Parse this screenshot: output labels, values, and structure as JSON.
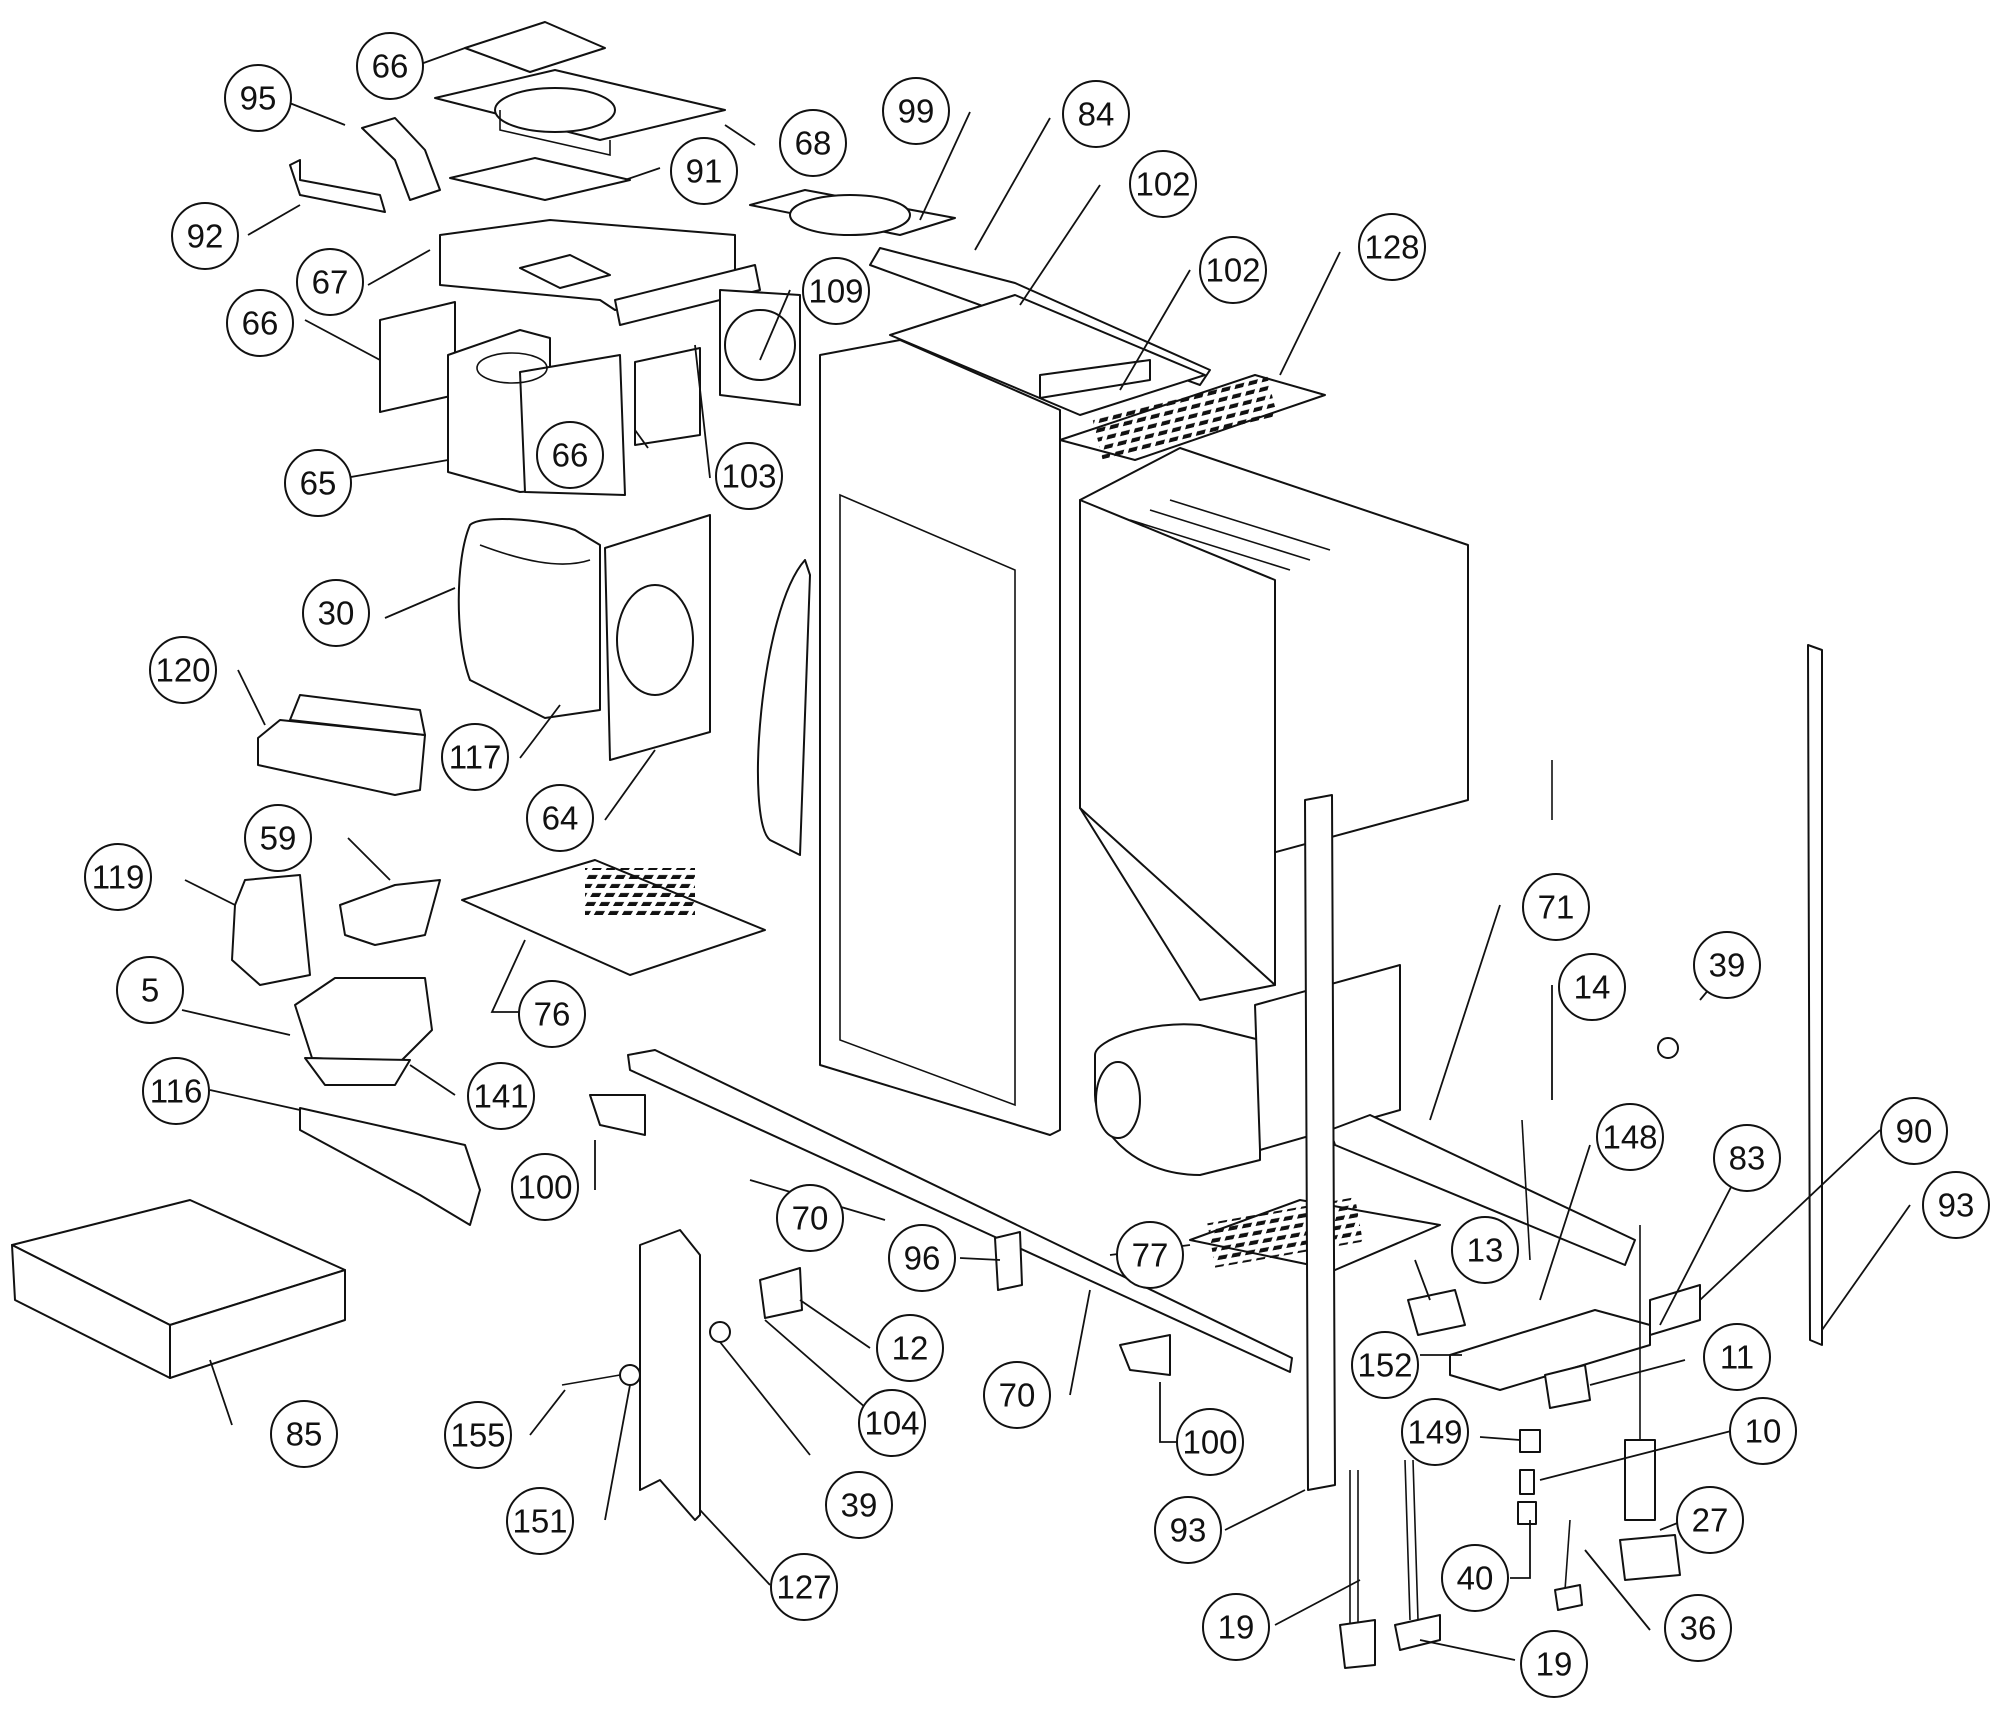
{
  "diagram": {
    "callouts": [
      {
        "id": "c66a",
        "label": "66"
      },
      {
        "id": "c95",
        "label": "95"
      },
      {
        "id": "c68",
        "label": "68"
      },
      {
        "id": "c99",
        "label": "99"
      },
      {
        "id": "c84",
        "label": "84"
      },
      {
        "id": "c91",
        "label": "91"
      },
      {
        "id": "c102a",
        "label": "102"
      },
      {
        "id": "c92",
        "label": "92"
      },
      {
        "id": "c128",
        "label": "128"
      },
      {
        "id": "c67",
        "label": "67"
      },
      {
        "id": "c102b",
        "label": "102"
      },
      {
        "id": "c109",
        "label": "109"
      },
      {
        "id": "c66b",
        "label": "66"
      },
      {
        "id": "c66c",
        "label": "66"
      },
      {
        "id": "c65",
        "label": "65"
      },
      {
        "id": "c103",
        "label": "103"
      },
      {
        "id": "c30",
        "label": "30"
      },
      {
        "id": "c120",
        "label": "120"
      },
      {
        "id": "c117",
        "label": "117"
      },
      {
        "id": "c64",
        "label": "64"
      },
      {
        "id": "c59",
        "label": "59"
      },
      {
        "id": "c119",
        "label": "119"
      },
      {
        "id": "c71",
        "label": "71"
      },
      {
        "id": "c39a",
        "label": "39"
      },
      {
        "id": "c14",
        "label": "14"
      },
      {
        "id": "c5",
        "label": "5"
      },
      {
        "id": "c76",
        "label": "76"
      },
      {
        "id": "c141",
        "label": "141"
      },
      {
        "id": "c116",
        "label": "116"
      },
      {
        "id": "c148",
        "label": "148"
      },
      {
        "id": "c90",
        "label": "90"
      },
      {
        "id": "c83",
        "label": "83"
      },
      {
        "id": "c93a",
        "label": "93"
      },
      {
        "id": "c100a",
        "label": "100"
      },
      {
        "id": "c70a",
        "label": "70"
      },
      {
        "id": "c96",
        "label": "96"
      },
      {
        "id": "c77",
        "label": "77"
      },
      {
        "id": "c13",
        "label": "13"
      },
      {
        "id": "c12",
        "label": "12"
      },
      {
        "id": "c152",
        "label": "152"
      },
      {
        "id": "c11",
        "label": "11"
      },
      {
        "id": "c70b",
        "label": "70"
      },
      {
        "id": "c104",
        "label": "104"
      },
      {
        "id": "c85",
        "label": "85"
      },
      {
        "id": "c155",
        "label": "155"
      },
      {
        "id": "c100b",
        "label": "100"
      },
      {
        "id": "c149",
        "label": "149"
      },
      {
        "id": "c10",
        "label": "10"
      },
      {
        "id": "c39b",
        "label": "39"
      },
      {
        "id": "c151",
        "label": "151"
      },
      {
        "id": "c93b",
        "label": "93"
      },
      {
        "id": "c27",
        "label": "27"
      },
      {
        "id": "c40",
        "label": "40"
      },
      {
        "id": "c127",
        "label": "127"
      },
      {
        "id": "c19a",
        "label": "19"
      },
      {
        "id": "c36",
        "label": "36"
      },
      {
        "id": "c19b",
        "label": "19"
      }
    ]
  }
}
